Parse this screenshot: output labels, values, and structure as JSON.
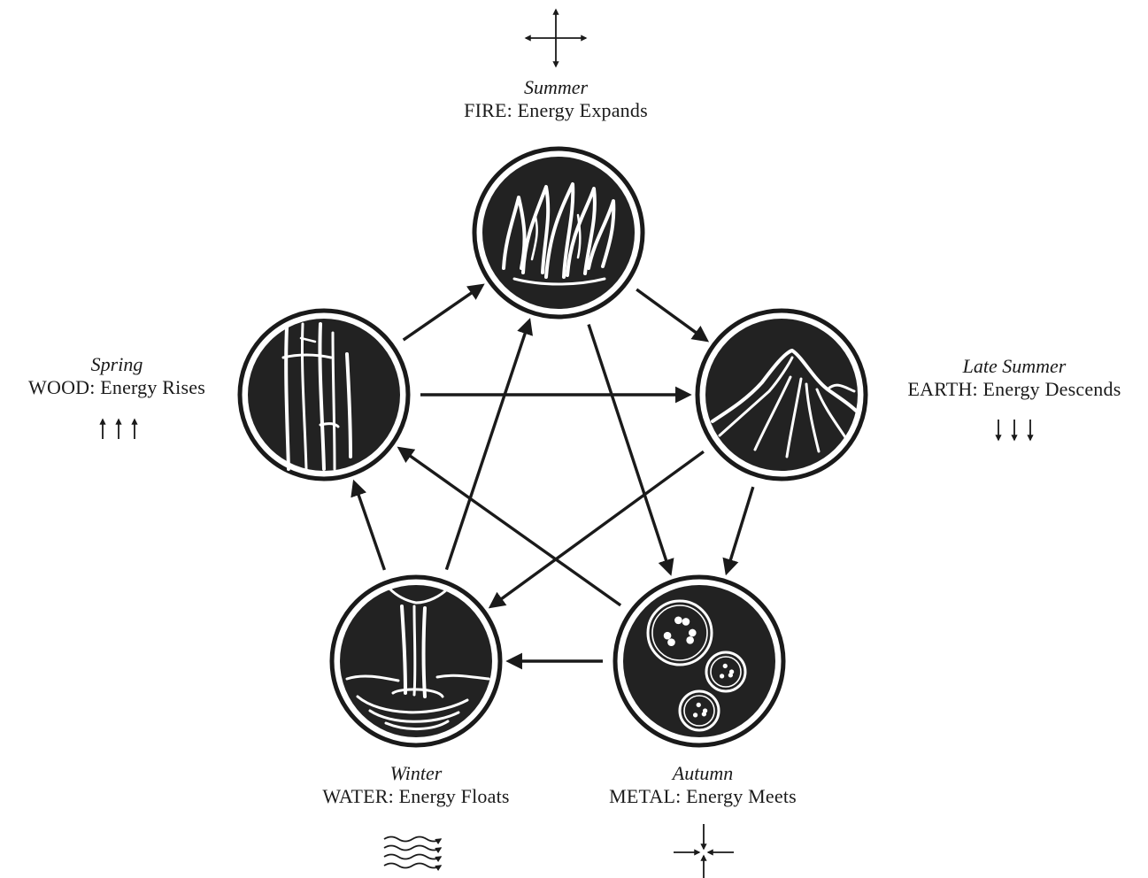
{
  "elements": [
    {
      "id": "fire",
      "season": "Summer",
      "caption": "FIRE: Energy Expands",
      "motion": "expands",
      "icon": "flame-icon"
    },
    {
      "id": "earth",
      "season": "Late Summer",
      "caption": "EARTH: Energy Descends",
      "motion": "descends",
      "icon": "mountain-icon"
    },
    {
      "id": "metal",
      "season": "Autumn",
      "caption": "METAL: Energy Meets",
      "motion": "meets",
      "icon": "coins-icon"
    },
    {
      "id": "water",
      "season": "Winter",
      "caption": "WATER: Energy Floats",
      "motion": "floats",
      "icon": "waterfall-icon"
    },
    {
      "id": "wood",
      "season": "Spring",
      "caption": "WOOD: Energy Rises",
      "motion": "rises",
      "icon": "bamboo-icon"
    }
  ],
  "cycle_arrows": [
    {
      "from": "wood",
      "to": "fire"
    },
    {
      "from": "fire",
      "to": "earth"
    },
    {
      "from": "earth",
      "to": "metal"
    },
    {
      "from": "metal",
      "to": "water"
    },
    {
      "from": "water",
      "to": "wood"
    }
  ],
  "control_arrows": [
    {
      "from": "wood",
      "to": "earth"
    },
    {
      "from": "earth",
      "to": "water"
    },
    {
      "from": "water",
      "to": "fire"
    },
    {
      "from": "fire",
      "to": "metal"
    },
    {
      "from": "metal",
      "to": "wood"
    }
  ],
  "colors": {
    "ink": "#1a1a1a",
    "disc": "#222222",
    "paper": "#ffffff"
  }
}
